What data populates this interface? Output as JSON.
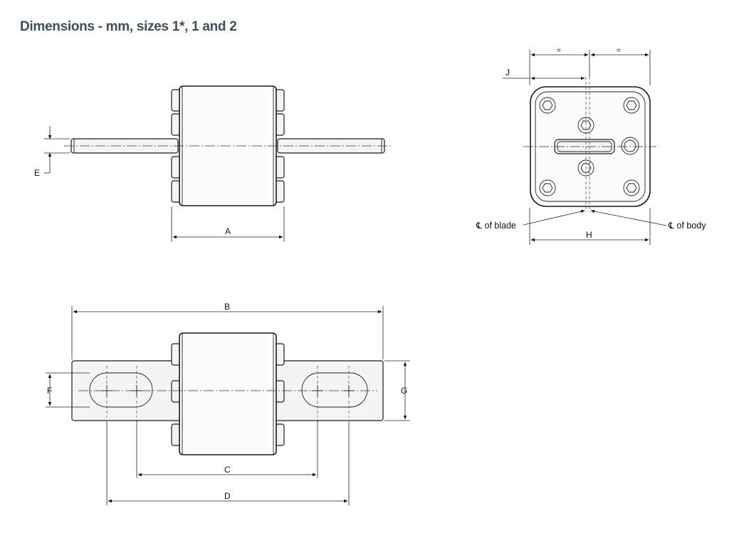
{
  "title": "Dimensions - mm, sizes 1*, 1 and 2",
  "labels": {
    "A": "A",
    "B": "B",
    "C": "C",
    "D": "D",
    "E": "E",
    "F": "F",
    "G": "G",
    "H": "H",
    "J": "J",
    "equal_left": "=",
    "equal_right": "=",
    "cl_blade": "℄ of blade",
    "cl_body": "℄ of body"
  }
}
